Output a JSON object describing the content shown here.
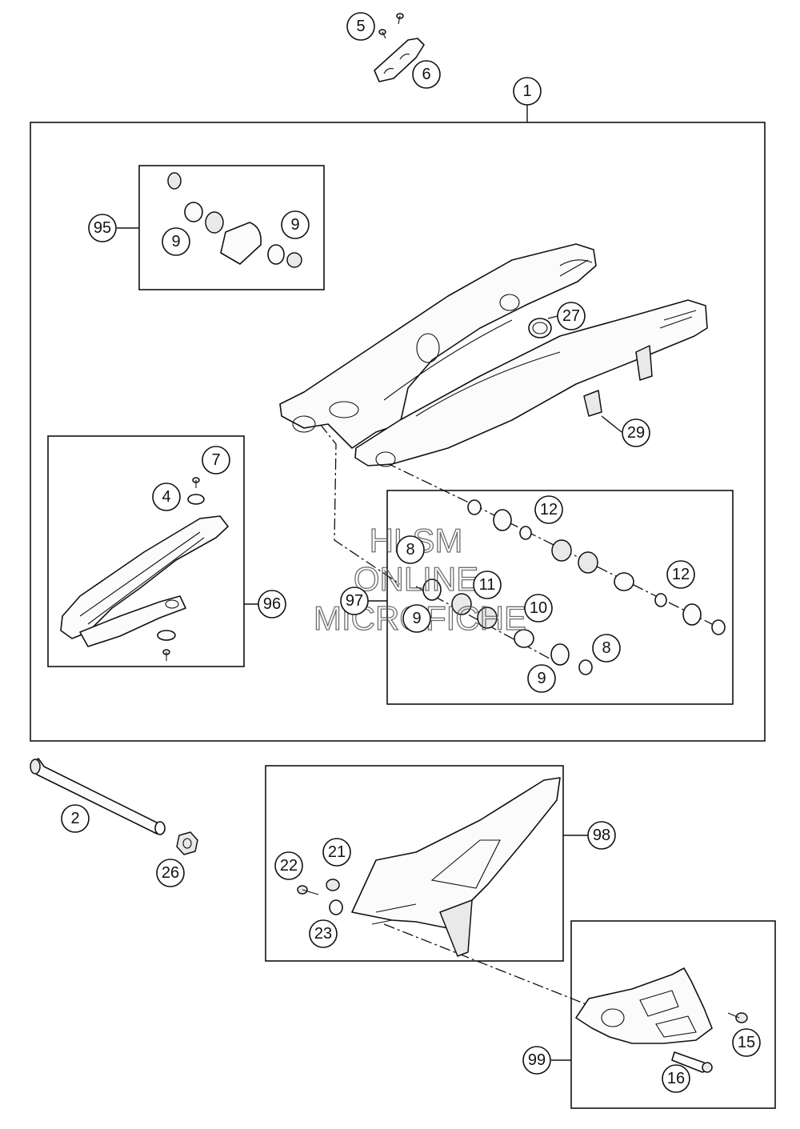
{
  "watermark": {
    "line1": "HLSM",
    "line2": "ONLINE",
    "line3": "MICROFICHE"
  },
  "callouts": [
    {
      "id": "c1",
      "label": "1"
    },
    {
      "id": "c5",
      "label": "5"
    },
    {
      "id": "c6",
      "label": "6"
    },
    {
      "id": "c95",
      "label": "95"
    },
    {
      "id": "c9a",
      "label": "9"
    },
    {
      "id": "c9b",
      "label": "9"
    },
    {
      "id": "c27",
      "label": "27"
    },
    {
      "id": "c29",
      "label": "29"
    },
    {
      "id": "c7",
      "label": "7"
    },
    {
      "id": "c4",
      "label": "4"
    },
    {
      "id": "c96",
      "label": "96"
    },
    {
      "id": "c12a",
      "label": "12"
    },
    {
      "id": "c8a",
      "label": "8"
    },
    {
      "id": "c11",
      "label": "11"
    },
    {
      "id": "c97",
      "label": "97"
    },
    {
      "id": "c9c",
      "label": "9"
    },
    {
      "id": "c10",
      "label": "10"
    },
    {
      "id": "c12b",
      "label": "12"
    },
    {
      "id": "c8b",
      "label": "8"
    },
    {
      "id": "c9d",
      "label": "9"
    },
    {
      "id": "c2",
      "label": "2"
    },
    {
      "id": "c26",
      "label": "26"
    },
    {
      "id": "c98",
      "label": "98"
    },
    {
      "id": "c22",
      "label": "22"
    },
    {
      "id": "c21",
      "label": "21"
    },
    {
      "id": "c23",
      "label": "23"
    },
    {
      "id": "c15",
      "label": "15"
    },
    {
      "id": "c99",
      "label": "99"
    },
    {
      "id": "c16",
      "label": "16"
    }
  ]
}
